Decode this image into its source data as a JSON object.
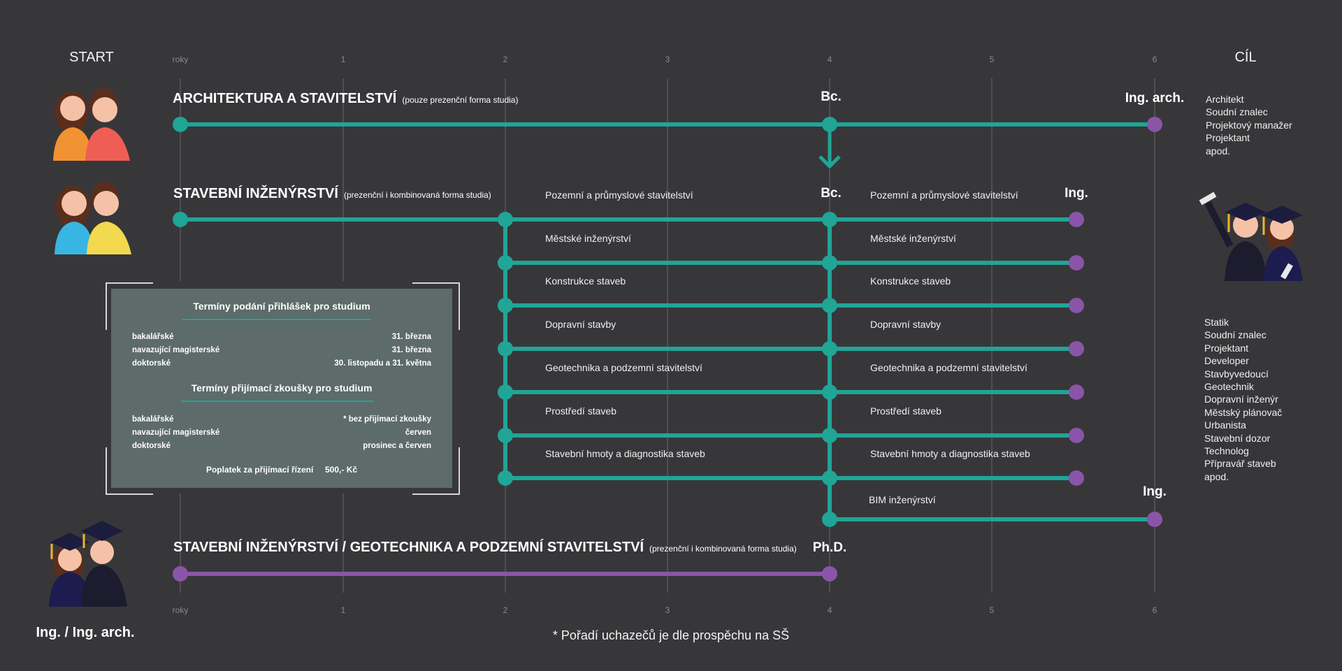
{
  "header": {
    "start": "START",
    "goal": "CÍL"
  },
  "years": {
    "label": "roky",
    "marks": [
      "1",
      "2",
      "3",
      "4",
      "5",
      "6"
    ]
  },
  "programs": {
    "architecture": {
      "title": "ARCHITEKTURA A STAVITELSTVÍ",
      "note": "(pouze prezenční forma studia)",
      "degree_mid": "Bc.",
      "degree_end": "Ing. arch."
    },
    "civil": {
      "title": "STAVEBNÍ INŽENÝRSTVÍ",
      "note": "(prezenční i kombinovaná forma studia)",
      "degree_mid": "Bc.",
      "degree_end": "Ing.",
      "specializations": [
        "Pozemní a průmyslové stavitelství",
        "Městské inženýrství",
        "Konstrukce staveb",
        "Dopravní stavby",
        "Geotechnika a podzemní stavitelství",
        "Prostředí staveb",
        "Stavební hmoty a diagnostika staveb"
      ],
      "bim": {
        "label": "BIM inženýrství",
        "degree": "Ing."
      }
    },
    "phd": {
      "title": "STAVEBNÍ INŽENÝRSTVÍ / GEOTECHNIKA A PODZEMNÍ STAVITELSTVÍ",
      "note": "(prezenční i kombinovaná forma studia)",
      "degree": "Ph.D."
    }
  },
  "careers_architecture": [
    "Architekt",
    "Soudní znalec",
    "Projektový manažer",
    "Projektant",
    "apod."
  ],
  "careers_civil": [
    "Statik",
    "Soudní znalec",
    "Projektant",
    "Developer",
    "Stavbyvedoucí",
    "Geotechnik",
    "Dopravní inženýr",
    "Městský plánovač",
    "Urbanista",
    "Stavební dozor",
    "Technolog",
    "Přípravář staveb",
    "apod."
  ],
  "infobox": {
    "applications_heading": "Termíny podání přihlášek pro studium",
    "applications": [
      {
        "level": "bakalářské",
        "date": "31. března"
      },
      {
        "level": "navazující magisterské",
        "date": "31. března"
      },
      {
        "level": "doktorské",
        "date": "30. listopadu a 31. května"
      }
    ],
    "exams_heading": "Termíny přijímací zkoušky pro studium",
    "exams": [
      {
        "level": "bakalářské",
        "date": "* bez přijímací zkoušky"
      },
      {
        "level": "navazující magisterské",
        "date": "červen"
      },
      {
        "level": "doktorské",
        "date": "prosinec a červen"
      }
    ],
    "fee": "Poplatek za přijímací řízení     500,- Kč"
  },
  "bottom_label": "Ing. / Ing. arch.",
  "footnote": "* Pořadí uchazečů je dle prospěchu na SŠ",
  "colors": {
    "background": "#37373a",
    "teal": "#20a596",
    "purple": "#8a55a8",
    "panel": "#5d6b6a"
  }
}
